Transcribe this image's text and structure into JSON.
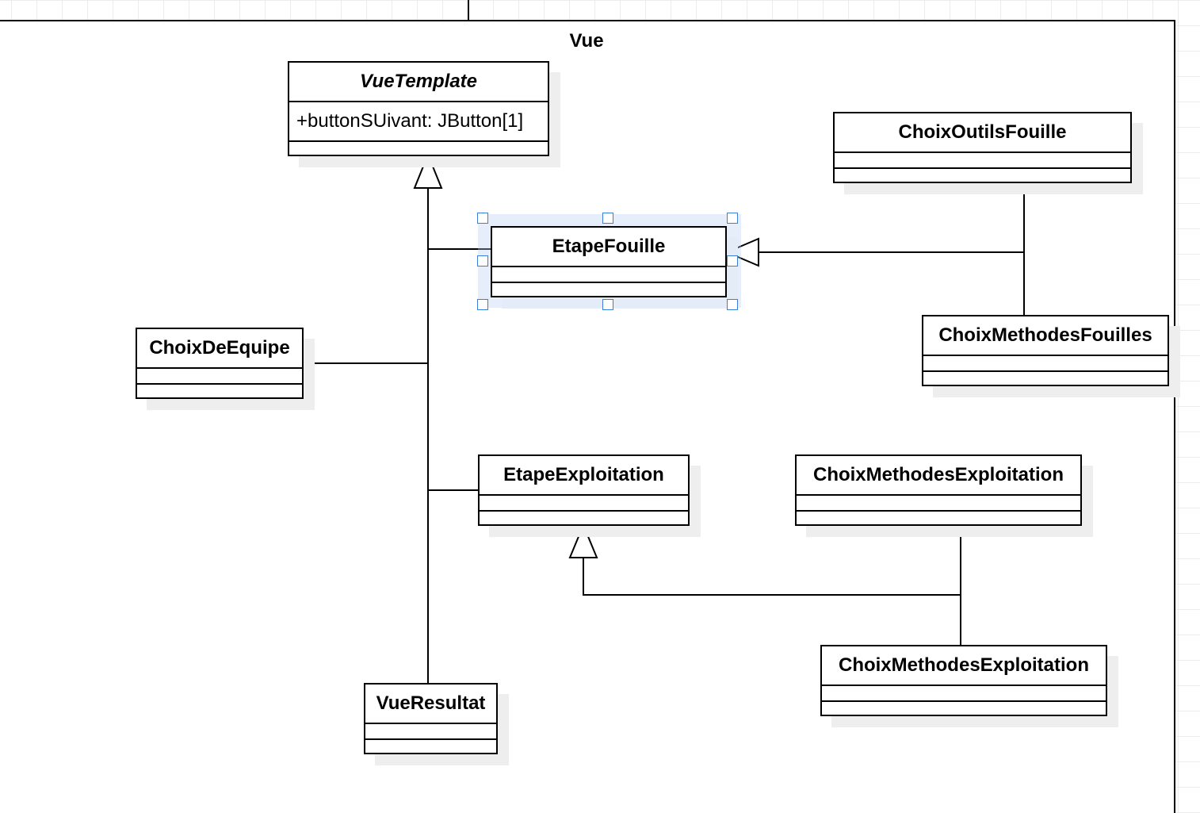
{
  "package": {
    "title": "Vue"
  },
  "classes": {
    "vue_template": {
      "name": "VueTemplate",
      "attribute": "+buttonSUivant: JButton[1]"
    },
    "etape_fouille": {
      "name": "EtapeFouille"
    },
    "choix_outils_fouille": {
      "name": "ChoixOutilsFouille"
    },
    "choix_methodes_fouilles": {
      "name": "ChoixMethodesFouilles"
    },
    "choix_de_equipe": {
      "name": "ChoixDeEquipe"
    },
    "etape_exploitation": {
      "name": "EtapeExploitation"
    },
    "choix_methodes_exploitation_1": {
      "name": "ChoixMethodesExploitation"
    },
    "choix_methodes_exploitation_2": {
      "name": "ChoixMethodesExploitation"
    },
    "vue_resultat": {
      "name": "VueResultat"
    }
  },
  "style": {
    "line_color": "#000000",
    "selection_color": "#3d7fd6",
    "grid_color": "#ececec"
  }
}
